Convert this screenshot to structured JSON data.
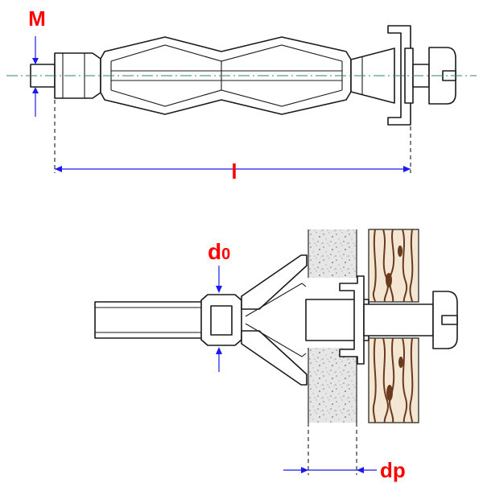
{
  "labels": {
    "thread_diameter": "M",
    "length": "l",
    "hole_diameter_sub": "0",
    "hole_diameter_main": "d",
    "panel_thickness": "dp"
  },
  "colors": {
    "label": "#ff0000",
    "dimension": "#1a1aee",
    "outline": "#1a1a1a",
    "center_line": "#2e8b57",
    "board": "#e6e6e6",
    "wood": "#f3e6d2",
    "wood_grain": "#6b3a1e"
  }
}
